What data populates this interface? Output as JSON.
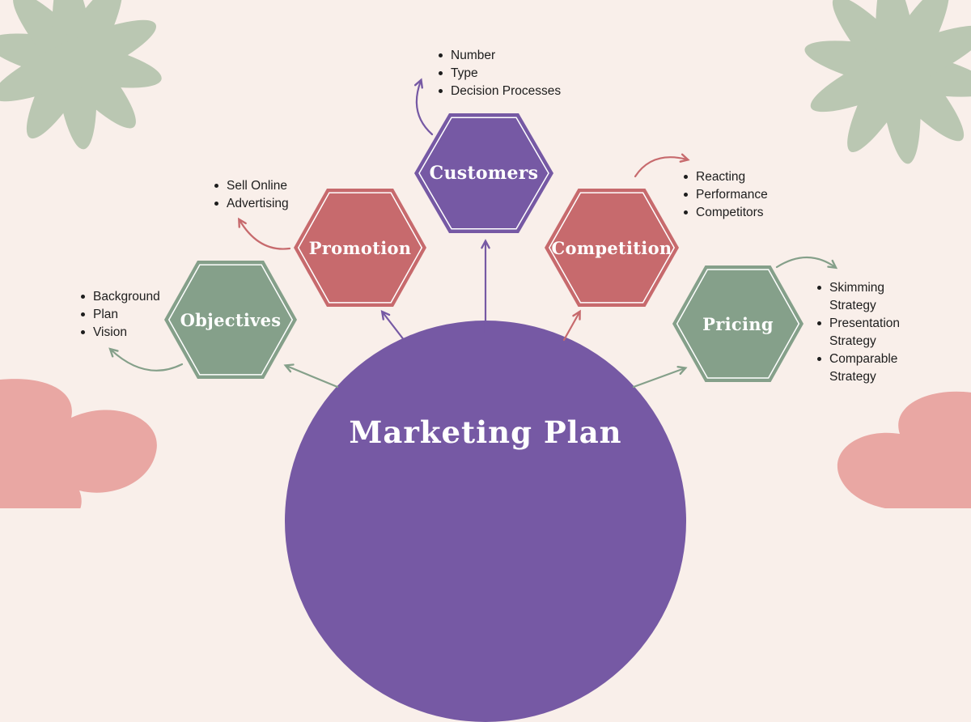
{
  "title": "Marketing Plan",
  "palette": {
    "purple": "#7659a4",
    "rose": "#c76a6d",
    "green": "#85a08a",
    "background": "#f9efea",
    "decor_green": "#bac7b2",
    "decor_pink": "#e9a7a3",
    "text": "#1d1d1d"
  },
  "nodes": {
    "customers": {
      "label": "Customers",
      "color": "#7659a4",
      "items": [
        "Number",
        "Type",
        "Decision Processes"
      ]
    },
    "promotion": {
      "label": "Promotion",
      "color": "#c76a6d",
      "items": [
        "Sell Online",
        "Advertising"
      ]
    },
    "objectives": {
      "label": "Objectives",
      "color": "#85a08a",
      "items": [
        "Background",
        "Plan",
        "Vision"
      ]
    },
    "competition": {
      "label": "Competition",
      "color": "#c76a6d",
      "items": [
        "Reacting",
        "Performance",
        "Competitors"
      ]
    },
    "pricing": {
      "label": "Pricing",
      "color": "#85a08a",
      "items": [
        "Skimming Strategy",
        "Presentation Strategy",
        "Comparable Strategy"
      ]
    }
  }
}
